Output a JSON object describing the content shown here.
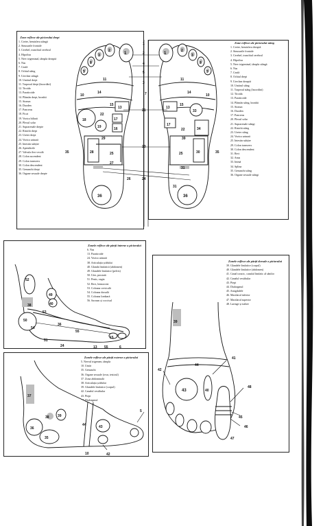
{
  "panel_top": {
    "legend_left_title": "Zone reflexe ale piciorului drept",
    "legend_left_items": [
      "1. Creier, hemisfera stângă",
      "2. Sinusurile frontale",
      "3. Cerebel, trunchiul cerebral",
      "4. Hipofiza",
      "5. Nerv trigeminal, tâmpla dreaptă",
      "6. Nas",
      "7. Ceafă",
      "8. Ochiul stâng",
      "9. Urechea stângă",
      "10. Umărul drept",
      "11. Trapezul drept (încordări)",
      "12. Tiroida",
      "13. Paratiroide",
      "14. Plămân drept, bronhii",
      "15. Stomac",
      "16. Duoden",
      "17. Pancreas",
      "18. Ficat",
      "19. Vezica biliară",
      "20. Plexul solar",
      "21. Suprarenale drepte",
      "22. Rinichi drept",
      "23. Ureter drept",
      "24. Vezica urinară",
      "25. Intestin subțire",
      "26. Apendicele",
      "27. Valvula ileo-cecală",
      "28. Colon ascendent",
      "29. Colon transvers",
      "30. Colon descendent",
      "35. Genunchi drept",
      "36. Organe sexuale drepte"
    ],
    "legend_right_title": "Zone reflexe ale piciorului stâng",
    "legend_right_items": [
      "1. Creier, hemisfera dreaptă",
      "2. Sinusurile frontale",
      "3. Cerebel, trunchiul cerebral",
      "4. Hipofiza",
      "5. Nerv trigeminal, tâmpla stângă",
      "6. Nas",
      "7. Ceafă",
      "8. Ochiul drept",
      "9. Urechea dreaptă",
      "10. Umărul stâng",
      "11. Trapezul stâng (încordări)",
      "12. Tiroida",
      "13. Paratiroide",
      "14. Plămân stâng, bronhii",
      "15. Stomac",
      "16. Duoden",
      "17. Pancreas",
      "20. Plexul solar",
      "21. Suprarenale stângi",
      "22. Rinichi stâng",
      "23. Ureter stâng",
      "24. Vezica urinară",
      "25. Intestin subțire",
      "29. Colon transvers",
      "30. Colon descendent",
      "31. Rect",
      "32. Anus",
      "33. Inimă",
      "34. Splina",
      "35. Genunchi stâng",
      "36. Organe sexuale stângi"
    ]
  },
  "panel_inner": {
    "legend_title": "Zonele reflexe ale părții interne a piciorului",
    "legend_items": [
      "6. Nas",
      "13. Paratiroide",
      "24. Vezica urinară",
      "38. Articulația șoldului",
      "40. Glanda limfatică (abdomen)",
      "49. Glandele limfatice (pelvis)",
      "50. Uter, prostată",
      "51. Penis, vagin",
      "52. Rect, hemoroizi",
      "53. Coloana cervicală",
      "54. Coloana dorsală",
      "55. Coloana lombară",
      "56. Sacrum și coccisul"
    ]
  },
  "panel_top_right": {
    "legend_title": "Zonele reflexe ale părții dorsale a piciorului",
    "legend_items": [
      "39. Glandele limfatice (corpul)",
      "40. Glandele limfatice (abdomen)",
      "41. Canal toracic, canalul limfatic al sânilor",
      "42. Canalul vestibular",
      "43. Piept",
      "44. Diafragmul",
      "45. Amigdalele",
      "46. Maxilarul inferior",
      "47. Maxilarul superior",
      "48. Laringe și trahee"
    ]
  },
  "panel_outer": {
    "legend_title": "Zonele reflexe ale părții externe a piciorului",
    "legend_items": [
      "5. Nervul trigemen, tâmpla",
      "10. Umăr",
      "35. Genunchi",
      "36. Organe sexuale (ovar, testicul)",
      "37. Zona abdominală",
      "38. Articulația șoldului",
      "39. Glandele limfatice (corpul)",
      "42. Canalul vestibular",
      "43. Piept",
      "44. Diafragmul"
    ]
  }
}
